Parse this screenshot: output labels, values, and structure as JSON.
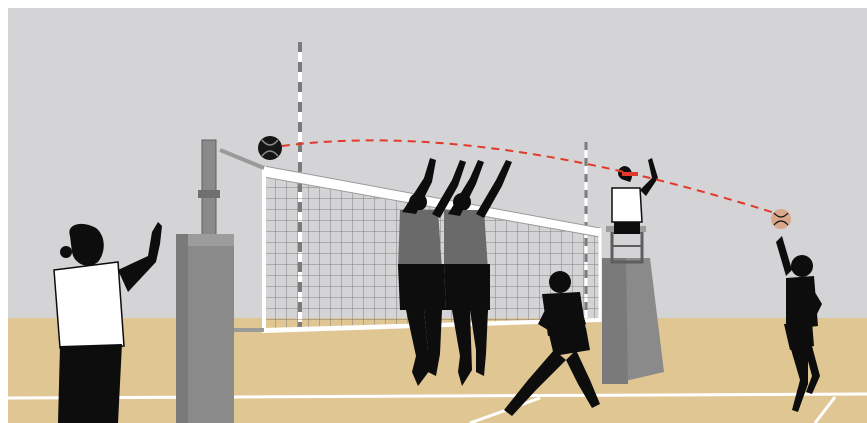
{
  "scene": {
    "colors": {
      "frame": "#ffffff",
      "wall": "#d4d4d6",
      "floor": "#dfc693",
      "floor_line": "#ffffff",
      "post": "#8a8a8a",
      "post_dark": "#5e5e5e",
      "net_band": "#ffffff",
      "net_mesh": "#7b7b7b",
      "silhouette": "#0d0d0d",
      "shirt_white": "#ffffff",
      "ball": "#161616",
      "ball_light": "#d9a88c",
      "trajectory": "#e23a2a"
    },
    "elements": {
      "first_referee": "first-referee-silhouette",
      "second_referee": "second-referee-silhouette",
      "blockers": "two-blocking-players-silhouettes",
      "defender": "defending-player-silhouette",
      "server": "serving-player-silhouette",
      "trajectory": "dashed-ball-trajectory-line",
      "balls": [
        "ball-at-net",
        "ball-at-server"
      ]
    }
  }
}
